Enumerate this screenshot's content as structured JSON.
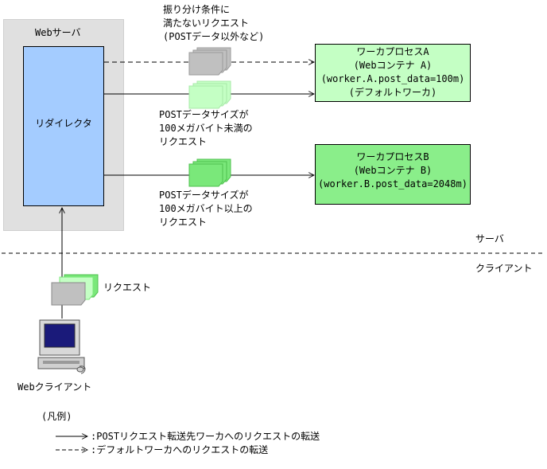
{
  "web_server": {
    "label": "Webサーバ"
  },
  "redirector": {
    "label": "リダイレクタ"
  },
  "worker_a": {
    "lines": [
      "ワーカプロセスA",
      "(Webコンテナ A)",
      "(worker.A.post_data=100m)",
      "(デフォルトワーカ)"
    ]
  },
  "worker_b": {
    "lines": [
      "ワーカプロセスB",
      "(Webコンテナ B)",
      "(worker.B.post_data=2048m)"
    ]
  },
  "requests": {
    "default": {
      "lines": [
        "振り分け条件に",
        "満たないリクエスト",
        "(POSTデータ以外など)"
      ]
    },
    "small": {
      "lines": [
        "POSTデータサイズが",
        "100メガバイト未満の",
        "リクエスト"
      ]
    },
    "large": {
      "lines": [
        "POSTデータサイズが",
        "100メガバイト以上の",
        "リクエスト"
      ]
    },
    "client": {
      "label": "リクエスト"
    }
  },
  "zones": {
    "server": "サーバ",
    "client": "クライアント"
  },
  "client": {
    "label": "Webクライアント"
  },
  "legend": {
    "title": "(凡例)",
    "solid": ":POSTリクエスト転送先ワーカへのリクエストの転送",
    "dashed": ":デフォルトワーカへのリクエストの転送"
  },
  "colors": {
    "server_bg": "#e0e0e0",
    "redirector": "#a4ccff",
    "worker_a": "#c4ffc4",
    "worker_b": "#8aee8a",
    "doc_gray": "#c0c0c0",
    "doc_light_green": "#c4ffc4",
    "doc_green": "#7ae87a"
  },
  "icons": [
    "document-stack-icon",
    "computer-icon",
    "arrow-icon"
  ]
}
